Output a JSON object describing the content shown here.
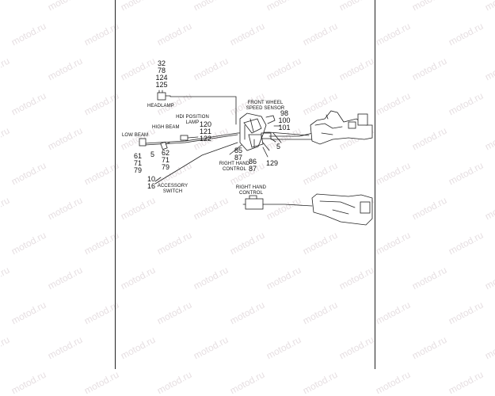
{
  "watermark": "motod.ru",
  "labels": {
    "headlamp": "HEADLAMP",
    "hdi_position_lamp_1": "HDI POSITION",
    "hdi_position_lamp_2": "LAMP",
    "high_beam": "HIGH BEAM",
    "low_beam": "LOW BEAM",
    "front_wheel_1": "FRONT WHEEL",
    "front_wheel_2": "SPEED SENSOR",
    "right_hand_control_1": "RIGHT HAND",
    "right_hand_control_2": "CONTROL",
    "accessory_1": "ACCESSORY",
    "accessory_2": "SWITCH",
    "rhc_detail_1": "RIGHT HAND",
    "rhc_detail_2": "CONTROL"
  },
  "callouts": {
    "headlamp": [
      "32",
      "78",
      "124",
      "125"
    ],
    "hdi": [
      "120",
      "121",
      "122"
    ],
    "speed_sensor": [
      "98",
      "100",
      "101"
    ],
    "low_beam": [
      "61",
      "71",
      "79"
    ],
    "high_beam": [
      "62",
      "71",
      "79"
    ],
    "high_beam_5": "5",
    "accessory": [
      "10",
      "16"
    ],
    "rhc_85": "85",
    "rhc_87a": "87",
    "rhc_86": "86",
    "rhc_87b": "87",
    "connector_5": "5",
    "connector_129": "129"
  }
}
